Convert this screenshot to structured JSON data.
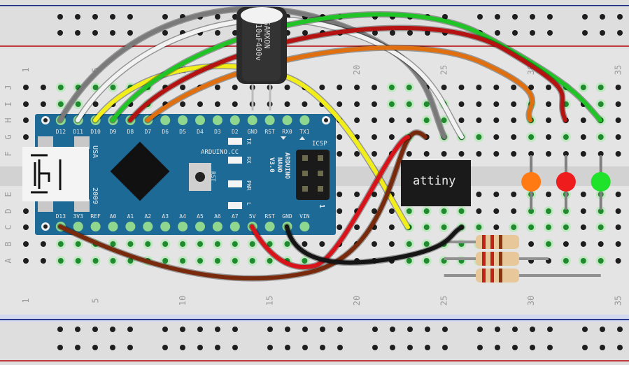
{
  "breadboard": {
    "columns": 35,
    "column_labels": [
      "1",
      "5",
      "10",
      "15",
      "20",
      "25",
      "30",
      "35"
    ],
    "row_labels_top": [
      "J",
      "I",
      "H",
      "G",
      "F"
    ],
    "row_labels_bottom": [
      "E",
      "D",
      "C",
      "B",
      "A"
    ],
    "colors": {
      "board": "#e4e4e4",
      "rail_blue": "#2b3a8c",
      "rail_red": "#c0393b",
      "hole": "#1e1e1e",
      "hole_connected": "#1f8a2e"
    }
  },
  "arduino": {
    "name_lines": [
      "ARDUINO",
      "NANO",
      "V3.0"
    ],
    "site": "ARDUINO.CC",
    "usa": "USA",
    "year": "2009",
    "icsp": "ICSP",
    "icsp_pin1": "1",
    "rst_label": "RST",
    "leds": [
      "TX",
      "RX",
      "PWR",
      "L"
    ],
    "top_pins": [
      "D12",
      "D11",
      "D10",
      "D9",
      "D8",
      "D7",
      "D6",
      "D5",
      "D4",
      "D3",
      "D2",
      "GND",
      "RST",
      "RX0",
      "TX1"
    ],
    "bottom_pins": [
      "D13",
      "3V3",
      "REF",
      "A0",
      "A1",
      "A2",
      "A3",
      "A4",
      "A5",
      "A6",
      "A7",
      "5V",
      "RST",
      "GND",
      "VIN"
    ],
    "color": "#1d6a96"
  },
  "capacitor": {
    "brand": "SAMXON",
    "rating": "10uF400v",
    "voltage": "400v"
  },
  "chip": {
    "label": "attiny"
  },
  "leds": [
    {
      "name": "orange",
      "color": "#ff7a12"
    },
    {
      "name": "red",
      "color": "#ee1c1c"
    },
    {
      "name": "green",
      "color": "#1ee32a"
    }
  ],
  "resistors": {
    "count": 3,
    "bands": [
      "#c0221a",
      "#c0221a",
      "#8a3410"
    ]
  },
  "wires": [
    {
      "name": "gray",
      "color": "#7a7a7a",
      "from": "D12",
      "to": "attiny pin"
    },
    {
      "name": "white",
      "color": "#f2f2f2",
      "from": "D11",
      "to": "attiny pin"
    },
    {
      "name": "yellow",
      "color": "#f2ee1a",
      "from": "D10",
      "to": "attiny pin"
    },
    {
      "name": "green",
      "color": "#21c426",
      "from": "D9",
      "to": "green LED"
    },
    {
      "name": "red",
      "color": "#b51212",
      "from": "D8",
      "to": "red LED"
    },
    {
      "name": "orange",
      "color": "#e0700f",
      "from": "D7",
      "to": "orange LED"
    },
    {
      "name": "brown",
      "color": "#7a2a0c",
      "from": "D13",
      "to": "attiny pin"
    },
    {
      "name": "red-5v",
      "color": "#d8141a",
      "from": "5V",
      "to": "attiny VCC"
    },
    {
      "name": "black",
      "color": "#151515",
      "from": "GND",
      "to": "attiny GND"
    }
  ]
}
